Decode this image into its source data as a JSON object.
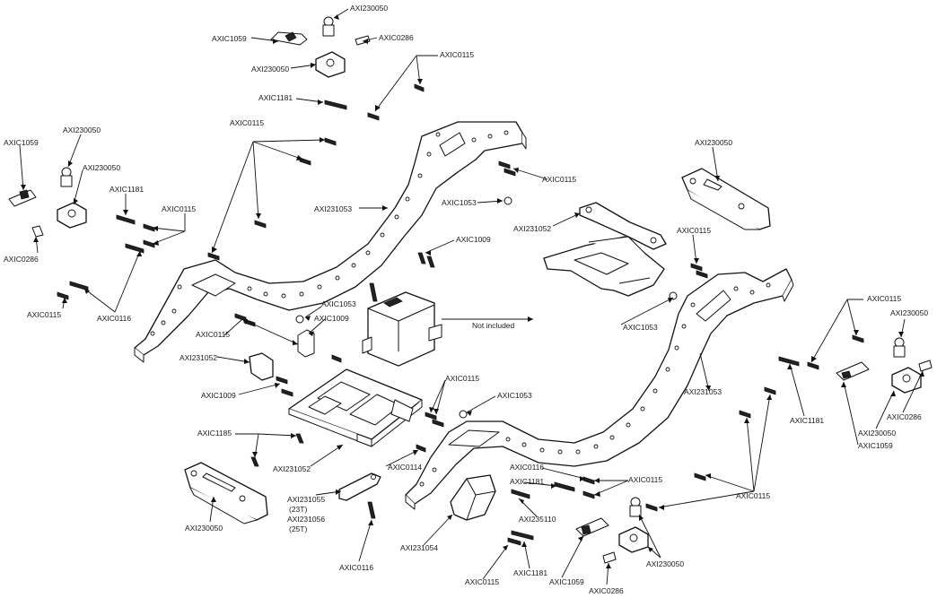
{
  "colors": {
    "line": "#111111",
    "background": "#ffffff"
  },
  "labels": [
    {
      "id": "l01",
      "text": "AXI230050"
    },
    {
      "id": "l02",
      "text": "AXIC1059"
    },
    {
      "id": "l03",
      "text": "AXIC0286"
    },
    {
      "id": "l04",
      "text": "AXI230050"
    },
    {
      "id": "l05",
      "text": "AXIC0115"
    },
    {
      "id": "l06",
      "text": "AXIC1181"
    },
    {
      "id": "l07",
      "text": "AXIC0115"
    },
    {
      "id": "l08",
      "text": "AXIC1059"
    },
    {
      "id": "l09",
      "text": "AXI230050"
    },
    {
      "id": "l10",
      "text": "AXI230050"
    },
    {
      "id": "l11",
      "text": "AXIC1181"
    },
    {
      "id": "l12",
      "text": "AXIC0115"
    },
    {
      "id": "l13",
      "text": "AXIC0286"
    },
    {
      "id": "l14",
      "text": "AXIC0115"
    },
    {
      "id": "l15",
      "text": "AXIC0116"
    },
    {
      "id": "l16",
      "text": "AXI231053"
    },
    {
      "id": "l17",
      "text": "AXIC0115"
    },
    {
      "id": "l18",
      "text": "AXI230050"
    },
    {
      "id": "l19",
      "text": "AXIC1053"
    },
    {
      "id": "l20",
      "text": "AXI231052"
    },
    {
      "id": "l21",
      "text": "AXIC1009"
    },
    {
      "id": "l22",
      "text": "AXIC0115"
    },
    {
      "id": "l23",
      "text": "AXIC1053"
    },
    {
      "id": "l24",
      "text": "AXIC1009"
    },
    {
      "id": "l25",
      "text": "AXIC0115"
    },
    {
      "id": "l26",
      "text": "Not included"
    },
    {
      "id": "l27",
      "text": "AXIC1053"
    },
    {
      "id": "l28",
      "text": "AXI231052"
    },
    {
      "id": "l29",
      "text": "AXIC1009"
    },
    {
      "id": "l30",
      "text": "AXIC0115"
    },
    {
      "id": "l31",
      "text": "AXIC1053"
    },
    {
      "id": "l32",
      "text": "AXIC1185"
    },
    {
      "id": "l33",
      "text": "AXI231052"
    },
    {
      "id": "l34",
      "text": "AXIC0114"
    },
    {
      "id": "l35",
      "text": "AXI231055"
    },
    {
      "id": "l36",
      "text": "(23T)"
    },
    {
      "id": "l37",
      "text": "AXI231056"
    },
    {
      "id": "l38",
      "text": "(25T)"
    },
    {
      "id": "l39",
      "text": "AXI230050"
    },
    {
      "id": "l40",
      "text": "AXIC0116"
    },
    {
      "id": "l41",
      "text": "AXI231054"
    },
    {
      "id": "l42",
      "text": "AXIC0115"
    },
    {
      "id": "l43",
      "text": "AXIC1181"
    },
    {
      "id": "l44",
      "text": "AXIC0116"
    },
    {
      "id": "l45",
      "text": "AXIC1181"
    },
    {
      "id": "l46",
      "text": "AXI235110"
    },
    {
      "id": "l47",
      "text": "AXIC0115"
    },
    {
      "id": "l48",
      "text": "AXIC1059"
    },
    {
      "id": "l49",
      "text": "AXIC0286"
    },
    {
      "id": "l50",
      "text": "AXI230050"
    },
    {
      "id": "l51",
      "text": "AXIC0115"
    },
    {
      "id": "l52",
      "text": "AXI231053"
    },
    {
      "id": "l53",
      "text": "AXIC0115"
    },
    {
      "id": "l54",
      "text": "AXI230050"
    },
    {
      "id": "l55",
      "text": "AXIC1181"
    },
    {
      "id": "l56",
      "text": "AXI230050"
    },
    {
      "id": "l57",
      "text": "AXIC0286"
    },
    {
      "id": "l58",
      "text": "AXIC1059"
    }
  ]
}
